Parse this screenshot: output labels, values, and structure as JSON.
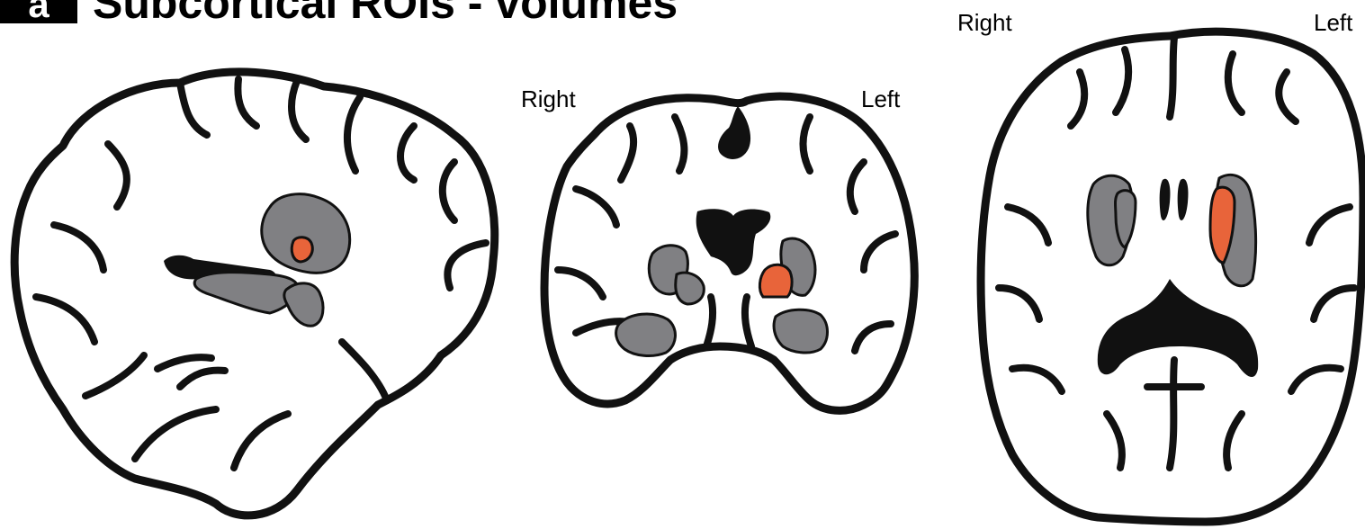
{
  "panel": {
    "letter": "a",
    "title": "Subcortical ROIs - volumes"
  },
  "views": [
    {
      "id": "sagittal",
      "right_label": "",
      "left_label": ""
    },
    {
      "id": "coronal",
      "right_label": "Right",
      "left_label": "Left"
    },
    {
      "id": "axial",
      "right_label": "Right",
      "left_label": "Left"
    }
  ],
  "colors": {
    "roi_gray": "#808083",
    "roi_highlight": "#e8643a",
    "outline": "#111111"
  }
}
